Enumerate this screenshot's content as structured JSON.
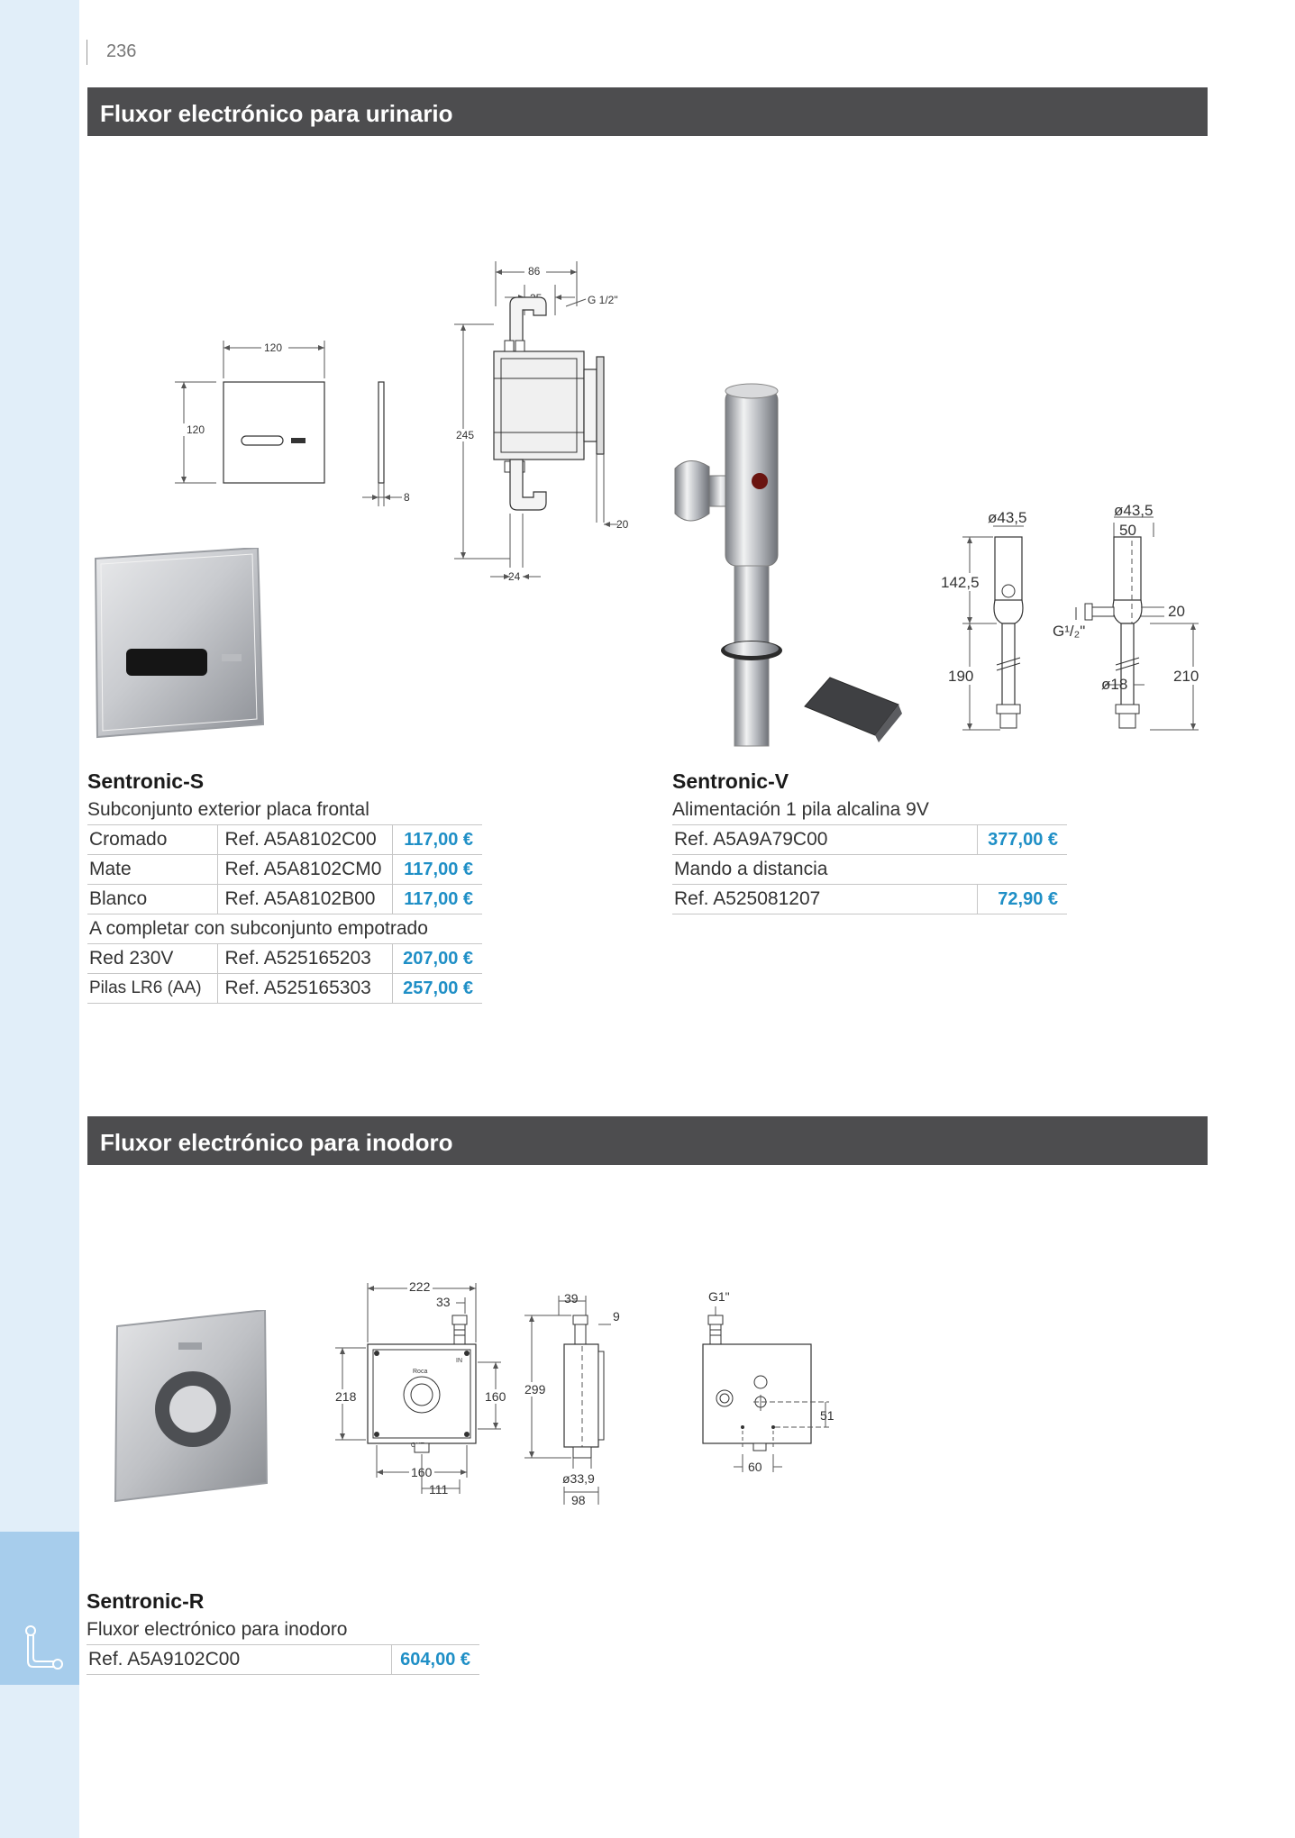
{
  "page": {
    "number": "236"
  },
  "section1": {
    "title": "Fluxor electrónico para urinario",
    "dims_plate": {
      "width": "120",
      "height": "120",
      "thickness": "8"
    },
    "dims_box": {
      "d86": "86",
      "d35": "35",
      "thread": "G 1/2\"",
      "h245": "245",
      "d20": "20",
      "d24": "24"
    },
    "dims_v": {
      "d43a": "ø43,5",
      "d43b": "ø43,5",
      "d50": "50",
      "h142": "142,5",
      "thread": "G¹/₂\"",
      "d20": "20",
      "h190": "190",
      "d18": "ø18",
      "h210": "210"
    },
    "products": [
      {
        "name": "Sentronic-S",
        "subtitle": "Subconjunto exterior placa frontal",
        "rows": [
          {
            "variant": "Cromado",
            "ref": "Ref. A5A8102C00",
            "price": "117,00 €"
          },
          {
            "variant": "Mate",
            "ref": "Ref. A5A8102CM0",
            "price": "117,00 €"
          },
          {
            "variant": "Blanco",
            "ref": "Ref. A5A8102B00",
            "price": "117,00 €"
          }
        ],
        "note": "A completar con subconjunto empotrado",
        "rows2": [
          {
            "variant": "Red 230V",
            "ref": "Ref. A525165203",
            "price": "207,00 €"
          },
          {
            "variant": "Pilas LR6 (AA)",
            "ref": "Ref. A525165303",
            "price": "257,00 €"
          }
        ]
      },
      {
        "name": "Sentronic-V",
        "subtitle": "Alimentación 1 pila alcalina 9V",
        "rows": [
          {
            "ref": "Ref. A5A9A79C00",
            "price": "377,00 €"
          }
        ],
        "note": "Mando a distancia",
        "rows2": [
          {
            "ref": "Ref. A525081207",
            "price": "72,90 €"
          }
        ]
      }
    ]
  },
  "section2": {
    "title": "Fluxor electrónico para inodoro",
    "dims_front": {
      "d222": "222",
      "d33": "33",
      "h218": "218",
      "h160": "160",
      "d160": "160",
      "d111": "111",
      "lbl_in": "IN",
      "lbl_out": "OUT",
      "brand": "Roca"
    },
    "dims_side": {
      "d39": "39",
      "d9": "9",
      "h299": "299",
      "d339": "ø33,9",
      "d98": "98"
    },
    "dims_back": {
      "thread": "G1\"",
      "d51": "51",
      "d60": "60"
    },
    "products": [
      {
        "name": "Sentronic-R",
        "subtitle": "Fluxor electrónico para inodoro",
        "rows": [
          {
            "ref": "Ref. A5A9102C00",
            "price": "604,00 €"
          }
        ]
      }
    ]
  },
  "colors": {
    "header_bar": "#4d4d4f",
    "price": "#1f8fc6",
    "side_strip": "#e1eef9",
    "side_tab": "#a7cdec"
  },
  "icons": {
    "side_tab": "pipe-icon"
  }
}
